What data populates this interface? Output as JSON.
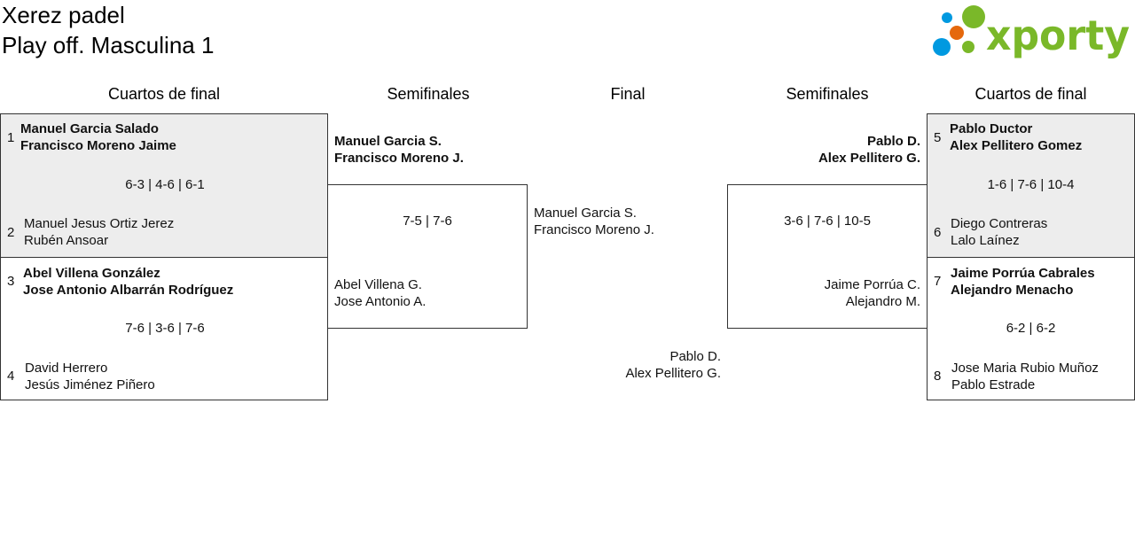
{
  "header": {
    "club": "Xerez padel",
    "tournament": "Play off. Masculina 1"
  },
  "logo": {
    "text": "xporty",
    "colors": {
      "green": "#7ab829",
      "blue": "#0099e0",
      "orange": "#e5680d"
    }
  },
  "rounds": {
    "left_qf": "Cuartos de final",
    "left_sf": "Semifinales",
    "final": "Final",
    "right_sf": "Semifinales",
    "right_qf": "Cuartos de final"
  },
  "quarterfinals": [
    {
      "seed_a": "1",
      "team_a": [
        "Manuel Garcia Salado",
        "Francisco Moreno Jaime"
      ],
      "seed_b": "2",
      "team_b": [
        "Manuel Jesus Ortiz Jerez",
        "Rubén Ansoar"
      ],
      "score": "6-3 | 4-6 | 6-1"
    },
    {
      "seed_a": "3",
      "team_a": [
        "Abel Villena González",
        "Jose Antonio Albarrán Rodríguez"
      ],
      "seed_b": "4",
      "team_b": [
        "David Herrero",
        "Jesús Jiménez Piñero"
      ],
      "score": "7-6 | 3-6 | 7-6"
    },
    {
      "seed_a": "5",
      "team_a": [
        "Pablo Ductor",
        "Alex Pellitero Gomez"
      ],
      "seed_b": "6",
      "team_b": [
        "Diego Contreras",
        "Lalo Laínez"
      ],
      "score": "1-6 | 7-6 | 10-4"
    },
    {
      "seed_a": "7",
      "team_a": [
        "Jaime Porrúa Cabrales",
        "Alejandro Menacho"
      ],
      "seed_b": "8",
      "team_b": [
        "Jose Maria Rubio Muñoz",
        "Pablo Estrade"
      ],
      "score": "6-2 | 6-2"
    }
  ],
  "semifinals": [
    {
      "team_a": [
        "Manuel Garcia S.",
        "Francisco Moreno J."
      ],
      "team_b": [
        "Abel Villena G.",
        "Jose Antonio A."
      ],
      "score": "7-5 | 7-6"
    },
    {
      "team_a": [
        "Pablo D.",
        "Alex Pellitero G."
      ],
      "team_b": [
        "Jaime Porrúa C.",
        "Alejandro M."
      ],
      "score": "3-6 | 7-6 | 10-5"
    }
  ],
  "final": {
    "team_a": [
      "Manuel Garcia S.",
      "Francisco Moreno J."
    ],
    "team_b": [
      "Pablo D.",
      "Alex Pellitero G."
    ]
  }
}
